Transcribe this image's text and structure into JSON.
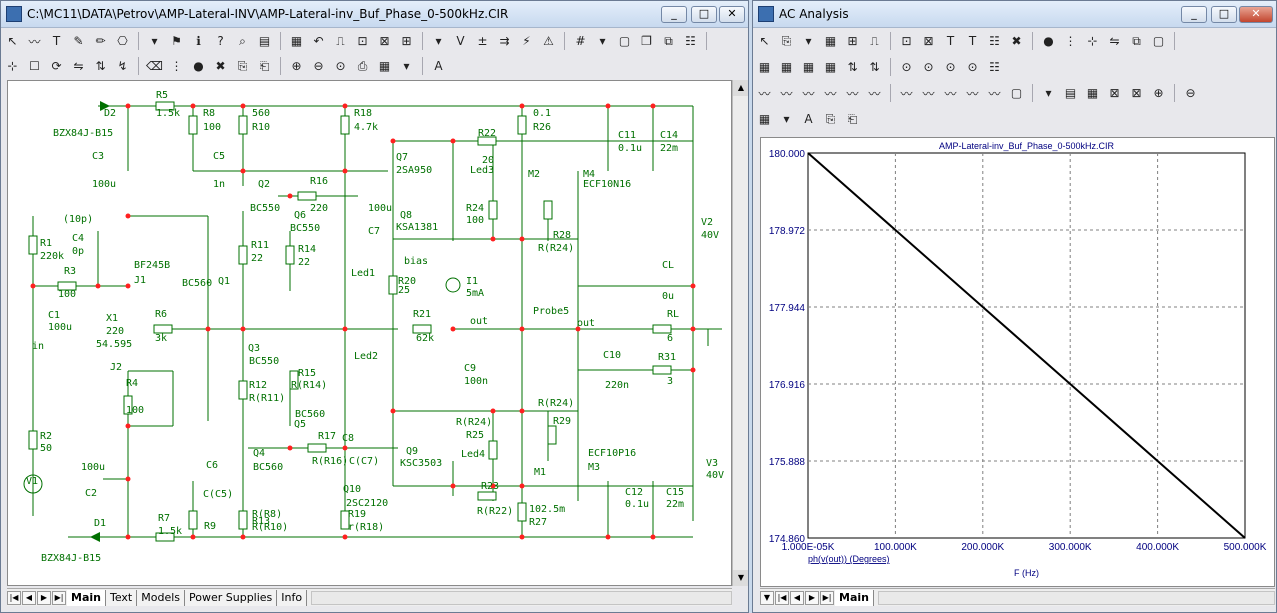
{
  "schematic_window": {
    "title": "C:\\MC11\\DATA\\Petrov\\AMP-Lateral-INV\\AMP-Lateral-inv_Buf_Phase_0-500kHz.CIR",
    "toolbar_row1": [
      "select-arrow",
      "wire",
      "text",
      "pen",
      "graphic",
      "component",
      "dropdown",
      "flag",
      "info",
      "help",
      "find",
      "text-box",
      "grid",
      "undo",
      "vstep",
      "pstep",
      "mstep",
      "sweep",
      "dropdown",
      "node-v",
      "plus-minus",
      "current",
      "power",
      "warning",
      "grid-mode",
      "dropdown",
      "page",
      "copy-window",
      "tile",
      "props"
    ],
    "toolbar_row2": [
      "align",
      "checkbox",
      "rotate",
      "mirror",
      "flip",
      "wrap",
      "bin",
      "pins",
      "stop",
      "x",
      "copy",
      "paste",
      "zoom-in",
      "zoom-out",
      "zoom-fit",
      "print",
      "grid2",
      "dropdown",
      "font"
    ],
    "labels": [
      {
        "t": "D2",
        "c": "#008000"
      },
      {
        "t": "BZX84J-B15",
        "c": "#008000"
      },
      {
        "t": "R5",
        "c": "#008000"
      },
      {
        "t": "1.5k",
        "c": "#008000"
      },
      {
        "t": "R8",
        "c": "#008000"
      },
      {
        "t": "100",
        "c": "#008000"
      },
      {
        "t": "560",
        "c": "#008000"
      },
      {
        "t": "R10",
        "c": "#008000"
      },
      {
        "t": "R18",
        "c": "#008000"
      },
      {
        "t": "4.7k",
        "c": "#008000"
      },
      {
        "t": "0.1",
        "c": "#008000"
      },
      {
        "t": "R26",
        "c": "#008000"
      },
      {
        "t": "C11",
        "c": "#008000"
      },
      {
        "t": "C14",
        "c": "#008000"
      },
      {
        "t": "0.1u",
        "c": "#008000"
      },
      {
        "t": "22m",
        "c": "#008000"
      },
      {
        "t": "R22",
        "c": "#008000"
      },
      {
        "t": "20",
        "c": "#008000"
      },
      {
        "t": "Q7",
        "c": "#008000"
      },
      {
        "t": "2SA950",
        "c": "#008000"
      },
      {
        "t": "Led3",
        "c": "#008000"
      },
      {
        "t": "M2",
        "c": "#008000"
      },
      {
        "t": "M4",
        "c": "#008000"
      },
      {
        "t": "ECF10N16",
        "c": "#008000"
      },
      {
        "t": "C3",
        "c": "#008000"
      },
      {
        "t": "100u",
        "c": "#008000"
      },
      {
        "t": "C5",
        "c": "#008000"
      },
      {
        "t": "1n",
        "c": "#008000"
      },
      {
        "t": "Q2",
        "c": "#008000"
      },
      {
        "t": "R16",
        "c": "#008000"
      },
      {
        "t": "220",
        "c": "#008000"
      },
      {
        "t": "100u",
        "c": "#008000"
      },
      {
        "t": "Q8",
        "c": "#008000"
      },
      {
        "t": "KSA1381",
        "c": "#008000"
      },
      {
        "t": "R24",
        "c": "#008000"
      },
      {
        "t": "100",
        "c": "#008000"
      },
      {
        "t": "R28",
        "c": "#008000"
      },
      {
        "t": "R(R24)",
        "c": "#008000"
      },
      {
        "t": "V2",
        "c": "#008000"
      },
      {
        "t": "40V",
        "c": "#008000"
      },
      {
        "t": "(10p)",
        "c": "#ff2020"
      },
      {
        "t": "C4",
        "c": "#008000"
      },
      {
        "t": "0p",
        "c": "#008000"
      },
      {
        "t": "BC550",
        "c": "#008000"
      },
      {
        "t": "Q6",
        "c": "#008000"
      },
      {
        "t": "BC550",
        "c": "#008000"
      },
      {
        "t": "C7",
        "c": "#008000"
      },
      {
        "t": "R1",
        "c": "#008000"
      },
      {
        "t": "220k",
        "c": "#008000"
      },
      {
        "t": "BF245B",
        "c": "#008000"
      },
      {
        "t": "R11",
        "c": "#008000"
      },
      {
        "t": "22",
        "c": "#008000"
      },
      {
        "t": "R14",
        "c": "#008000"
      },
      {
        "t": "22",
        "c": "#008000"
      },
      {
        "t": "Led1",
        "c": "#008000"
      },
      {
        "t": "bias",
        "c": "#000000"
      },
      {
        "t": "CL",
        "c": "#008000"
      },
      {
        "t": "R3",
        "c": "#008000"
      },
      {
        "t": "100",
        "c": "#008000"
      },
      {
        "t": "J1",
        "c": "#008000"
      },
      {
        "t": "BC560",
        "c": "#008000"
      },
      {
        "t": "Q1",
        "c": "#008000"
      },
      {
        "t": "R20",
        "c": "#008000"
      },
      {
        "t": "25",
        "c": "#008000"
      },
      {
        "t": "I1",
        "c": "#008000"
      },
      {
        "t": "5mA",
        "c": "#008000"
      },
      {
        "t": "0u",
        "c": "#008000"
      },
      {
        "t": "C1",
        "c": "#008000"
      },
      {
        "t": "100u",
        "c": "#008000"
      },
      {
        "t": "X1",
        "c": "#008000"
      },
      {
        "t": "220",
        "c": "#008000"
      },
      {
        "t": "54.595",
        "c": "#008000"
      },
      {
        "t": "R6",
        "c": "#008000"
      },
      {
        "t": "3k",
        "c": "#008000"
      },
      {
        "t": "R21",
        "c": "#008000"
      },
      {
        "t": "62k",
        "c": "#008000"
      },
      {
        "t": "out",
        "c": "#ff2020"
      },
      {
        "t": "Probe5",
        "c": "#008000"
      },
      {
        "t": "out",
        "c": "#ff2020"
      },
      {
        "t": "RL",
        "c": "#008000"
      },
      {
        "t": "6",
        "c": "#008000"
      },
      {
        "t": "in",
        "c": "#ff2020"
      },
      {
        "t": "Q3",
        "c": "#008000"
      },
      {
        "t": "BC550",
        "c": "#008000"
      },
      {
        "t": "Led2",
        "c": "#008000"
      },
      {
        "t": "C10",
        "c": "#008000"
      },
      {
        "t": "R31",
        "c": "#008000"
      },
      {
        "t": "J2",
        "c": "#008000"
      },
      {
        "t": "R15",
        "c": "#008000"
      },
      {
        "t": "R(R14)",
        "c": "#008000"
      },
      {
        "t": "C9",
        "c": "#008000"
      },
      {
        "t": "100n",
        "c": "#008000"
      },
      {
        "t": "220n",
        "c": "#008000"
      },
      {
        "t": "3",
        "c": "#008000"
      },
      {
        "t": "R4",
        "c": "#008000"
      },
      {
        "t": "100",
        "c": "#008000"
      },
      {
        "t": "R12",
        "c": "#008000"
      },
      {
        "t": "R(R11)",
        "c": "#008000"
      },
      {
        "t": "BC560",
        "c": "#008000"
      },
      {
        "t": "Q5",
        "c": "#008000"
      },
      {
        "t": "R(R24)",
        "c": "#008000"
      },
      {
        "t": "R(R24)",
        "c": "#008000"
      },
      {
        "t": "R29",
        "c": "#008000"
      },
      {
        "t": "R2",
        "c": "#008000"
      },
      {
        "t": "50",
        "c": "#008000"
      },
      {
        "t": "Q4",
        "c": "#008000"
      },
      {
        "t": "R17",
        "c": "#008000"
      },
      {
        "t": "C8",
        "c": "#008000"
      },
      {
        "t": "R25",
        "c": "#008000"
      },
      {
        "t": "Q9",
        "c": "#008000"
      },
      {
        "t": "ECF10P16",
        "c": "#008000"
      },
      {
        "t": "V1",
        "c": "#008000"
      },
      {
        "t": "100u",
        "c": "#008000"
      },
      {
        "t": "BC560",
        "c": "#008000"
      },
      {
        "t": "R(R16)",
        "c": "#008000"
      },
      {
        "t": "C(C7)",
        "c": "#008000"
      },
      {
        "t": "KSC3503",
        "c": "#008000"
      },
      {
        "t": "Led4",
        "c": "#008000"
      },
      {
        "t": "M1",
        "c": "#008000"
      },
      {
        "t": "M3",
        "c": "#008000"
      },
      {
        "t": "V3",
        "c": "#008000"
      },
      {
        "t": "40V",
        "c": "#008000"
      },
      {
        "t": "C6",
        "c": "#008000"
      },
      {
        "t": "C2",
        "c": "#008000"
      },
      {
        "t": "C(C5)",
        "c": "#008000"
      },
      {
        "t": "Q10",
        "c": "#008000"
      },
      {
        "t": "R23",
        "c": "#008000"
      },
      {
        "t": "C12",
        "c": "#008000"
      },
      {
        "t": "C15",
        "c": "#008000"
      },
      {
        "t": "2SC2120",
        "c": "#008000"
      },
      {
        "t": "R(R22)",
        "c": "#008000"
      },
      {
        "t": "0.1u",
        "c": "#008000"
      },
      {
        "t": "22m",
        "c": "#008000"
      },
      {
        "t": "R7",
        "c": "#008000"
      },
      {
        "t": "1.5k",
        "c": "#008000"
      },
      {
        "t": "R(R8)",
        "c": "#008000"
      },
      {
        "t": "R(R10)",
        "c": "#008000"
      },
      {
        "t": "R19",
        "c": "#008000"
      },
      {
        "t": "102.5m",
        "c": "#008000"
      },
      {
        "t": "D1",
        "c": "#008000"
      },
      {
        "t": "R9",
        "c": "#008000"
      },
      {
        "t": "R13",
        "c": "#008000"
      },
      {
        "t": "r(R18)",
        "c": "#008000"
      },
      {
        "t": "R27",
        "c": "#008000"
      },
      {
        "t": "BZX84J-B15",
        "c": "#008000"
      }
    ],
    "tabs": [
      "Main",
      "Text",
      "Models",
      "Power Supplies",
      "Info"
    ],
    "active_tab": "Main"
  },
  "analysis_window": {
    "title": "AC Analysis",
    "plot_title": "AMP-Lateral-inv_Buf_Phase_0-500kHz.CIR",
    "y_expression": "ph(v(out)) (Degrees)",
    "x_label": "F (Hz)",
    "tabs": [
      "Main"
    ],
    "active_tab": "Main"
  },
  "chart_data": {
    "type": "line",
    "title": "AMP-Lateral-inv_Buf_Phase_0-500kHz.CIR",
    "xlabel": "F (Hz)",
    "ylabel": "ph(v(out)) (Degrees)",
    "x_ticks": [
      "1.000E-05K",
      "100.000K",
      "200.000K",
      "300.000K",
      "400.000K",
      "500.000K"
    ],
    "y_ticks": [
      "180.000",
      "178.972",
      "177.944",
      "176.916",
      "175.888",
      "174.860"
    ],
    "xlim": [
      0,
      500000
    ],
    "ylim": [
      174.86,
      180.0
    ],
    "grid": true,
    "series": [
      {
        "x": [
          0,
          100000,
          200000,
          300000,
          400000,
          500000
        ],
        "values": [
          180.0,
          178.972,
          177.944,
          176.916,
          175.888,
          174.86
        ]
      }
    ],
    "line_color": "#000000",
    "plot_bg": "#ffffff",
    "grid_color": "#808080"
  }
}
